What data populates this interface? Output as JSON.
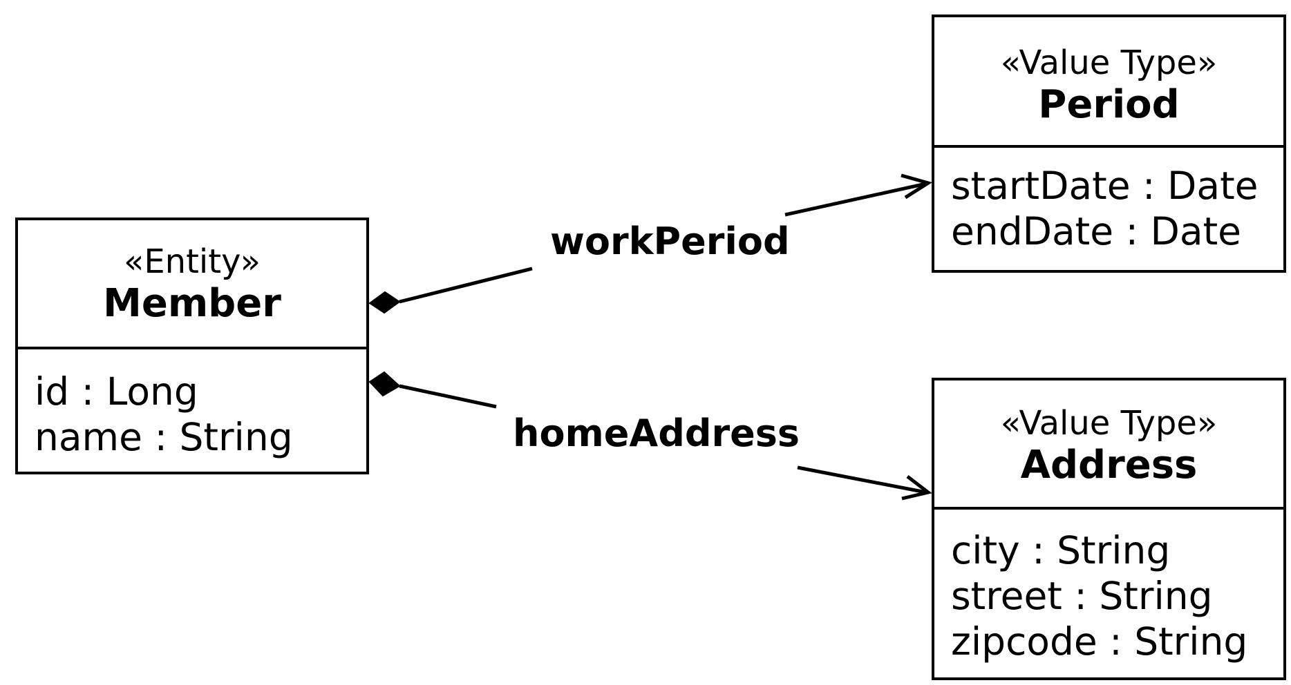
{
  "classes": {
    "member": {
      "stereotype": "«Entity»",
      "name": "Member",
      "attributes": [
        "id : Long",
        "name : String"
      ]
    },
    "period": {
      "stereotype": "«Value Type»",
      "name": "Period",
      "attributes": [
        "startDate : Date",
        "endDate : Date"
      ]
    },
    "address": {
      "stereotype": "«Value Type»",
      "name": "Address",
      "attributes": [
        "city : String",
        "street : String",
        "zipcode : String"
      ]
    }
  },
  "associations": {
    "work_period": {
      "label": "workPeriod",
      "source_end": "composition-diamond",
      "target_end": "open-arrow"
    },
    "home_address": {
      "label": "homeAddress",
      "source_end": "composition-diamond",
      "target_end": "open-arrow"
    }
  },
  "colors": {
    "stroke": "#000000",
    "background": "#ffffff"
  }
}
